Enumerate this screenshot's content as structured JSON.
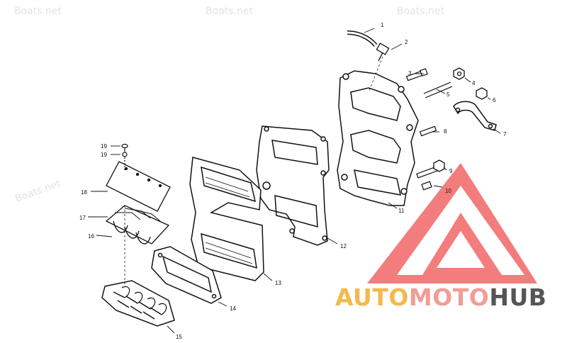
{
  "watermark": "Boats.net",
  "brand": {
    "part1": "AUTO",
    "part2": "MOTO",
    "part3": "HUB"
  },
  "callouts": [
    "1",
    "2",
    "3",
    "4",
    "5",
    "6",
    "7",
    "8",
    "9",
    "10",
    "11",
    "12",
    "13",
    "14",
    "15",
    "16",
    "17",
    "18",
    "19",
    "19"
  ],
  "colors": {
    "logo_red": "#f26e6e",
    "brand_yellow": "#f4b94a",
    "brand_pink": "#f19d95",
    "brand_dark": "#555555",
    "ink": "#111111",
    "watermark": "#e3e3e3"
  }
}
